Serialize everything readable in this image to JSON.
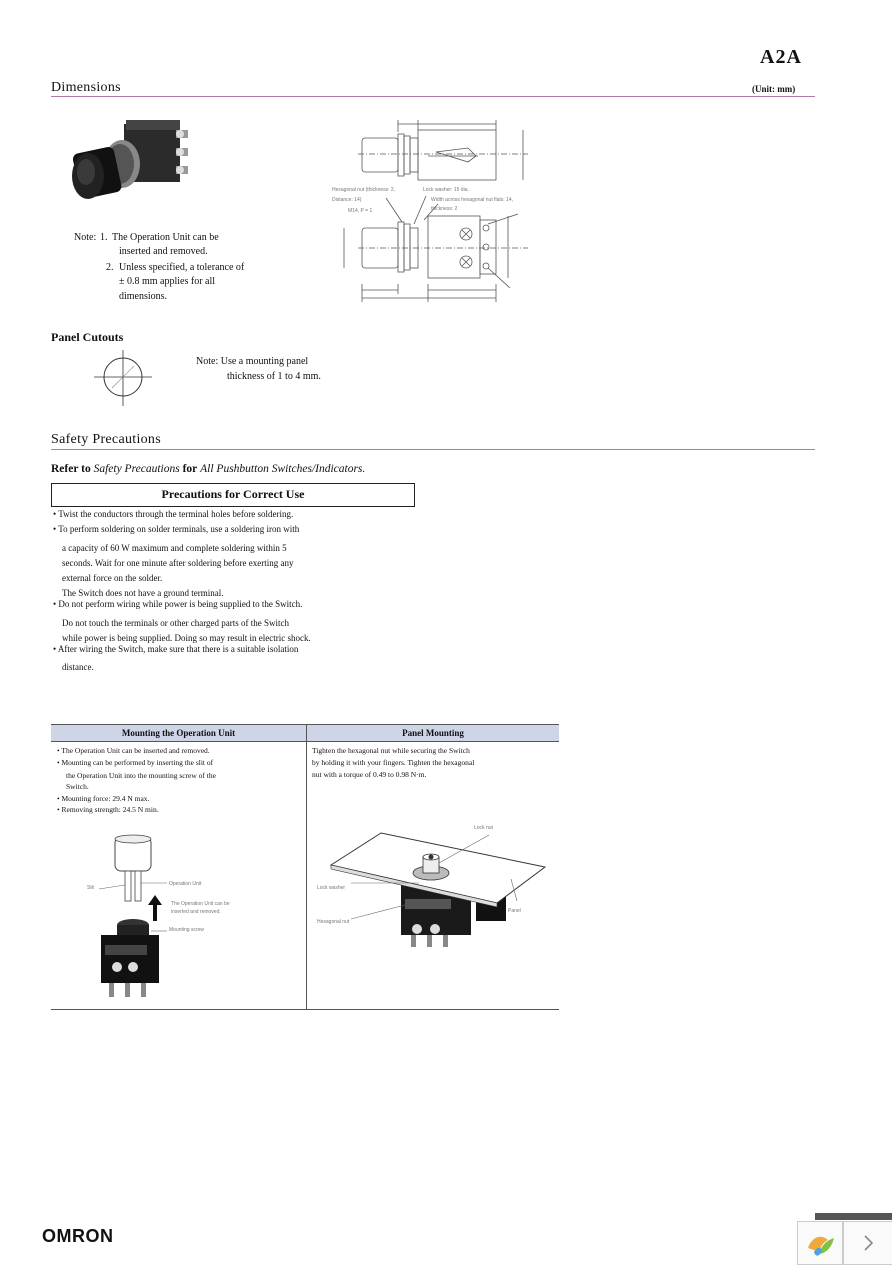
{
  "header": {
    "model": "A2A"
  },
  "dimensions": {
    "title": "Dimensions",
    "unit": "(Unit: mm)",
    "note_prefix": "Note:",
    "note1_num": "1.",
    "note1_line1": "The Operation Unit can be",
    "note1_line2": "inserted and removed.",
    "note2_num": "2.",
    "note2_line1": "Unless specified, a tolerance of",
    "note2_line2": "± 0.8 mm applies for all",
    "note2_line3": "dimensions.",
    "drawing_labels": {
      "hex_nut_1": "Hexagonal nut (thickness: 2,",
      "hex_nut_2": "Distance: 14)",
      "lock_washer_1": "Lock washer: 15 dia.",
      "width_across_1": "Width across hexagonal nut flats: 14,",
      "width_across_2": "thickness: 2",
      "m_thread": "M14, P = 1"
    }
  },
  "panel_cutouts": {
    "title": "Panel Cutouts",
    "note_line1": "Note: Use a mounting panel",
    "note_line2": "thickness of 1 to 4 mm."
  },
  "safety": {
    "title": "Safety Precautions",
    "refer_prefix": "Refer to",
    "refer_italic1": "Safety Precautions",
    "refer_mid": "for",
    "refer_italic2": "All Pushbutton Switches/Indicators.",
    "box_title": "Precautions for Correct Use",
    "items": [
      "• Twist the conductors through the terminal holes before soldering.",
      "• To perform soldering on solder terminals, use a soldering iron with",
      "a capacity of 60 W maximum and complete soldering within 5",
      "seconds. Wait for one minute after soldering before exerting any",
      "external force on the solder.",
      "The Switch does not have a ground terminal.",
      "• Do not perform wiring while power is being supplied to the Switch.",
      "Do not touch the terminals or other charged parts of the Switch",
      "while power is being supplied. Doing so may result in electric shock.",
      "• After wiring the Switch, make sure that there is a suitable isolation",
      "distance."
    ]
  },
  "mounting_table": {
    "col1_header": "Mounting the Operation Unit",
    "col2_header": "Panel Mounting",
    "col1_lines": [
      "• The Operation Unit can be inserted and removed.",
      "• Mounting can be performed by inserting the slit of",
      "the Operation Unit into the mounting screw of the",
      "Switch.",
      "• Mounting force: 29.4 N max.",
      "• Removing strength: 24.5 N min."
    ],
    "col2_lines": [
      "Tighten the hexagonal nut while securing the Switch",
      "by holding it with your fingers. Tighten the hexagonal",
      "nut with a torque of 0.49 to 0.98 N·m."
    ],
    "fig1_labels": {
      "slit": "Slit",
      "operation_unit": "Operation Unit",
      "insert_note_1": "The Operation Unit can be",
      "insert_note_2": "inserted and removed.",
      "mounting_screw": "Mounting screw"
    },
    "fig2_labels": {
      "lock_nut": "Lock nut",
      "lock_washer": "Lock washer",
      "panel": "Panel",
      "hex_nut": "Hexagonal nut"
    }
  },
  "footer": {
    "logo": "OMRON",
    "next_icon": "chevron-right-icon"
  }
}
